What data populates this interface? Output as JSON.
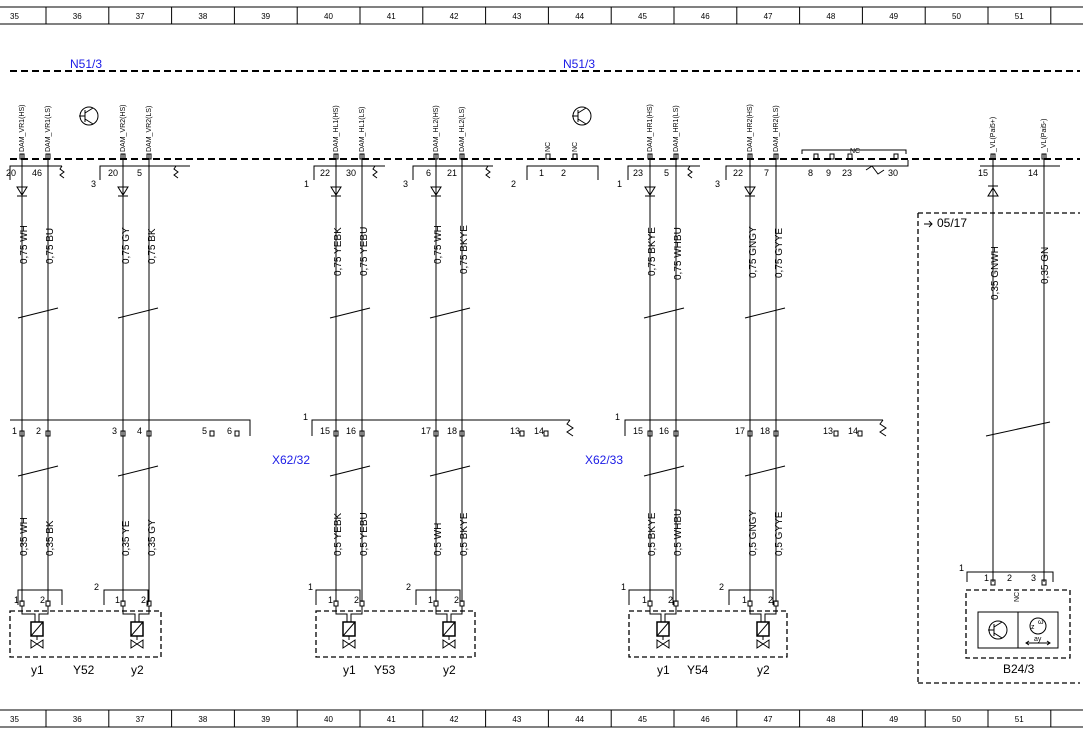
{
  "ruler": [
    "35",
    "36",
    "37",
    "38",
    "39",
    "40",
    "41",
    "42",
    "43",
    "44",
    "45",
    "46",
    "47",
    "48",
    "49",
    "50",
    "51"
  ],
  "module": {
    "name_left": "N51/3",
    "name_right": "N51/3"
  },
  "connector_pins": [
    {
      "label": "3"
    },
    {
      "label": "20"
    },
    {
      "label": "5"
    },
    {
      "label": "1"
    },
    {
      "label": "22"
    },
    {
      "label": "30"
    },
    {
      "label": "3"
    },
    {
      "label": "6"
    },
    {
      "label": "21"
    },
    {
      "label": "2"
    },
    {
      "label": "1"
    },
    {
      "label": "2"
    },
    {
      "label": "1"
    },
    {
      "label": "23"
    },
    {
      "label": "5"
    },
    {
      "label": "3"
    },
    {
      "label": "22"
    },
    {
      "label": "7"
    },
    {
      "label": "8"
    },
    {
      "label": "9"
    },
    {
      "label": "23"
    },
    {
      "label": "30"
    },
    {
      "label": "15"
    },
    {
      "label": "14"
    },
    {
      "label": "20"
    },
    {
      "label": "46"
    }
  ],
  "signals": [
    "DAM_VR1(HS)",
    "DAM_VR1(LS)",
    "DAM_VR2(HS)",
    "DAM_VR2(LS)",
    "DAM_HL1(HS)",
    "DAM_HL1(LS)",
    "DAM_HL2(HS)",
    "DAM_HL2(LS)",
    "NC",
    "NC",
    "DAM_HR1(HS)",
    "DAM_HR1(LS)",
    "DAM_HR2(HS)",
    "DAM_HR2(LS)",
    "NC",
    "_VL(Pai5+)",
    "_VL(Pai5-)"
  ],
  "wires_upper": [
    "0,75 WH",
    "0,75 BU",
    "0,75 GY",
    "0,75 BK",
    "0,75 YEBK",
    "0,75 YEBU",
    "0,75 WH",
    "0,75 BKYE",
    "0,75 BKYE",
    "0,75 WHBU",
    "0,75 GNGY",
    "0,75 GYYE",
    "0,35 GNWH",
    "0,35 GN"
  ],
  "wires_lower": [
    "0,35 WH",
    "0,35 BK",
    "0,35 YE",
    "0,35 GY",
    "0,5 YEBK",
    "0,5 YEBU",
    "0,5 WH",
    "0,5 BKYE",
    "0,5 BKYE",
    "0,5 WHBU",
    "0,5 GNGY",
    "0,5 GYYE"
  ],
  "connectors": [
    {
      "name": "",
      "pins": [
        "1",
        "2",
        "3",
        "4",
        "5",
        "6"
      ]
    },
    {
      "name": "X62/32",
      "corner": "1",
      "pins": [
        "15",
        "16",
        "17",
        "18",
        "13",
        "14"
      ]
    },
    {
      "name": "X62/33",
      "corner": "1",
      "pins": [
        "15",
        "16",
        "17",
        "18",
        "13",
        "14"
      ]
    }
  ],
  "valves": [
    {
      "name": "Y52",
      "left": "y1",
      "right": "y2",
      "box_left": "",
      "box_right": "2",
      "pins": [
        "1",
        "2",
        "1",
        "2"
      ]
    },
    {
      "name": "Y53",
      "left": "y1",
      "right": "y2",
      "box_left": "1",
      "box_right": "2",
      "pins": [
        "1",
        "2",
        "1",
        "2"
      ]
    },
    {
      "name": "Y54",
      "left": "y1",
      "right": "y2",
      "box_left": "1",
      "box_right": "2",
      "pins": [
        "1",
        "2",
        "1",
        "2"
      ]
    }
  ],
  "sensor": {
    "name": "B24/3",
    "ref": "05/17",
    "corner": "1",
    "pins": [
      "1",
      "2",
      "3"
    ],
    "nc": "NC",
    "axis_z": "z",
    "axis_w": "ω",
    "axis_a": "ay"
  },
  "nc_bracket": "NC"
}
